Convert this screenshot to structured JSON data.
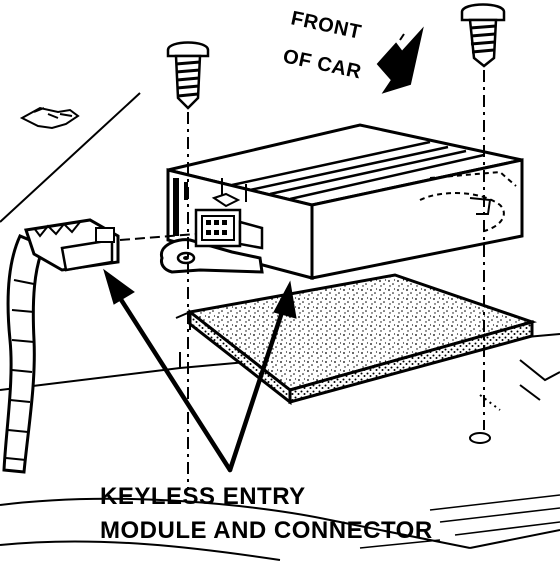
{
  "callout": {
    "line1": "KEYLESS ENTRY",
    "line2": "MODULE AND CONNECTOR"
  },
  "orientation": {
    "line1": "FRONT",
    "line2": "OF CAR"
  },
  "colors": {
    "ink": "#000000",
    "paper": "#ffffff"
  }
}
